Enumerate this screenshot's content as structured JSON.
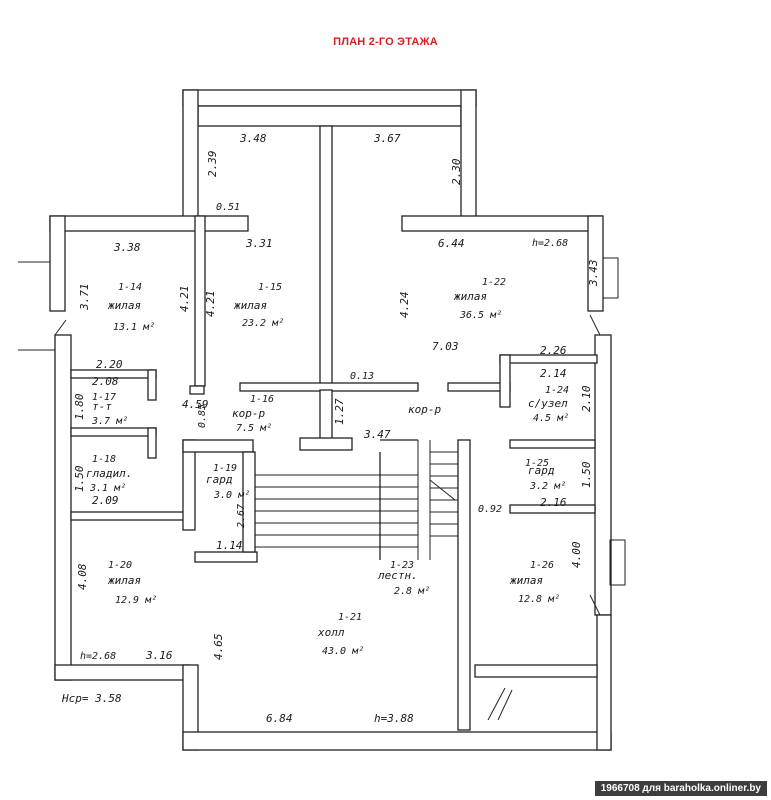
{
  "title": "ПЛАН 2-ГО ЭТАЖА",
  "watermark": "1966708 для baraholka.onliner.by",
  "rooms": [
    {
      "id": "r14",
      "code": "1-14",
      "name": "жилая",
      "area": "13.1 м²"
    },
    {
      "id": "r15",
      "code": "1-15",
      "name": "жилая",
      "area": "23.2 м²"
    },
    {
      "id": "r22",
      "code": "1-22",
      "name": "жилая",
      "area": "36.5 м²"
    },
    {
      "id": "r17",
      "code": "1-17",
      "name": "т-т",
      "area": "3.7 м²"
    },
    {
      "id": "r16",
      "code": "1-16",
      "name": "кор-р",
      "area": "7.5 м²"
    },
    {
      "id": "r24",
      "code": "1-24",
      "name": "с/узел",
      "area": "4.5 м²"
    },
    {
      "id": "r18",
      "code": "1-18",
      "name": "гладил.",
      "area": "3.1 м²"
    },
    {
      "id": "r19",
      "code": "1-19",
      "name": "гард",
      "area": "3.0 м²"
    },
    {
      "id": "r25",
      "code": "1-25",
      "name": "гард",
      "area": "3.2 м²"
    },
    {
      "id": "r20",
      "code": "1-20",
      "name": "жилая",
      "area": "12.9 м²"
    },
    {
      "id": "r23",
      "code": "1-23",
      "name": "лестн.",
      "area": "2.8 м²"
    },
    {
      "id": "r26",
      "code": "1-26",
      "name": "жилая",
      "area": "12.8 м²"
    },
    {
      "id": "r21",
      "code": "1-21",
      "name": "холл",
      "area": "43.0 м²"
    }
  ],
  "corridor_label": "кор-р",
  "dims": {
    "d348": "3.48",
    "d367": "3.67",
    "d239": "2.39",
    "d230": "2.30",
    "d051": "0.51",
    "d338": "3.38",
    "d331": "3.31",
    "d644": "6.44",
    "h268top": "h=2.68",
    "d343": "3.43",
    "d371": "3.71",
    "d421a": "4.21",
    "d421b": "4.21",
    "d424": "4.24",
    "d703": "7.03",
    "d220": "2.20",
    "d208": "2.08",
    "d226": "2.26",
    "d214": "2.14",
    "d180": "1.80",
    "d459": "4.59",
    "d013": "0.13",
    "d210": "2.10",
    "d085": "0.85",
    "d127": "1.27",
    "d347": "3.47",
    "d150a": "1.50",
    "d209": "2.09",
    "d267": "2.67",
    "d150b": "1.50",
    "d216": "2.16",
    "d092": "0.92",
    "d114": "1.14",
    "d408": "4.08",
    "d400": "4.00",
    "d465": "4.65",
    "h268bot": "h=2.68",
    "d316": "3.16",
    "hcp": "Hср= 3.58",
    "d684": "6.84",
    "h388": "h=3.88"
  }
}
